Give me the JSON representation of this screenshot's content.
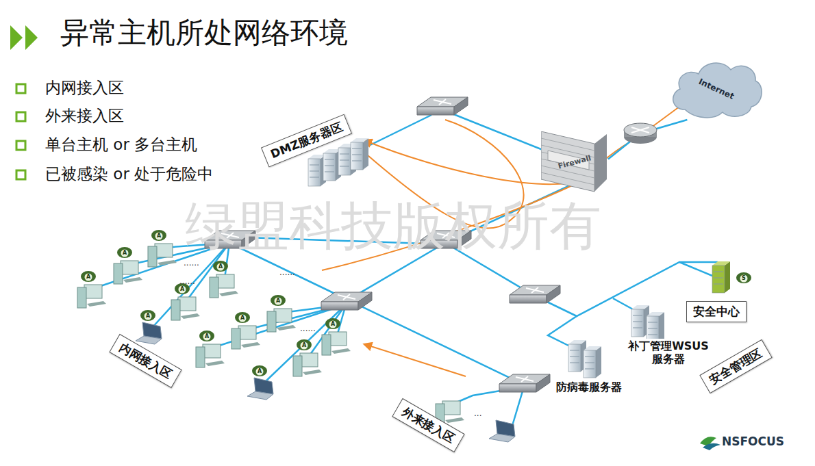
{
  "diagram": {
    "title": "异常主机所处网络环境",
    "nodes": [
      {
        "text": [
          "Internet"
        ]
      },
      {
        "text": [
          "Firewall"
        ]
      },
      {
        "text": [
          "DMZ服务器区"
        ]
      },
      {
        "text": [
          "内网接入区"
        ]
      },
      {
        "text": [
          "外来接入区"
        ]
      },
      {
        "text": [
          "安全中心"
        ]
      },
      {
        "text": [
          "补丁管理WSUS 服务器"
        ]
      },
      {
        "text": [
          "防病毒服务器"
        ]
      },
      {
        "text": [
          "安全管理区"
        ]
      }
    ],
    "edges": [
      {
        "from": 1,
        "to": 0,
        "arrow": "none"
      }
    ],
    "labels": [
      "内网接入区",
      "外来接入区",
      "单台主机 or 多台主机",
      "已被感染 or 处于危险中",
      "绿盟科技版权所有",
      "A",
      "A",
      "A",
      "A",
      "A",
      "A",
      "A",
      "A",
      "A",
      "A",
      "A",
      "A",
      "S",
      "......",
      "......",
      "......",
      "......",
      "...",
      "NSFOCUS"
    ]
  }
}
